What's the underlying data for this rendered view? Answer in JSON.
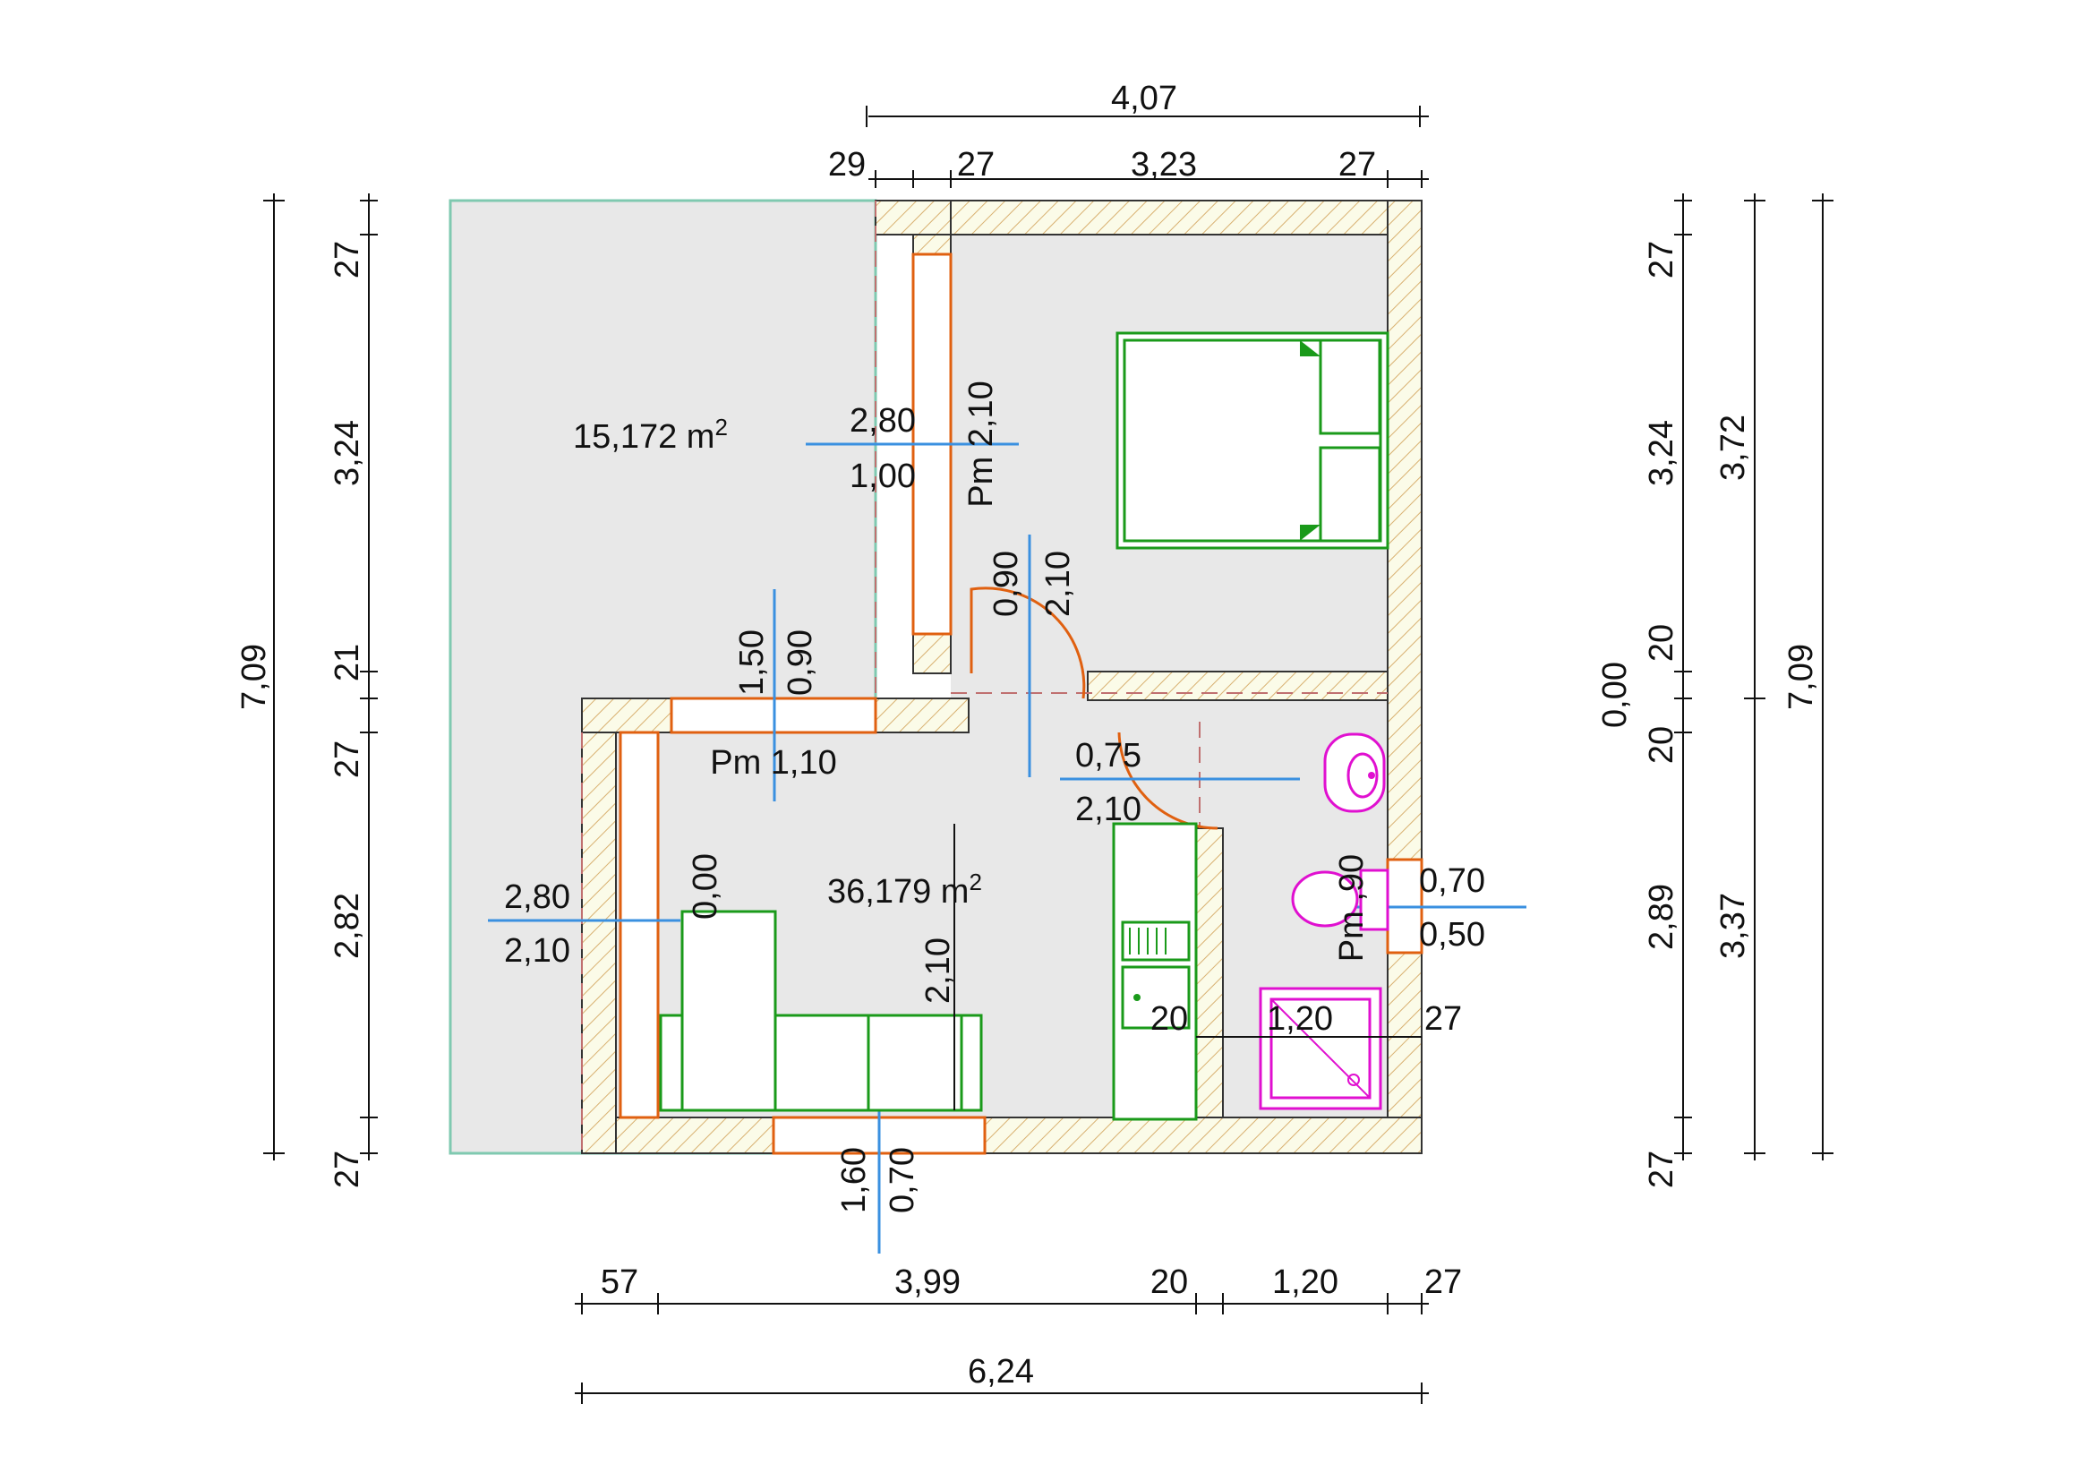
{
  "colors": {
    "furniture": "#1a9a1a",
    "sanitary": "#e010d0",
    "door_swing": "#e06010",
    "opening_marker": "#3a90e0",
    "terrace": "#7fc9b0",
    "floor": "#e8e8e8"
  },
  "areas": {
    "terrace": {
      "value": "15,172 m",
      "sup": "2"
    },
    "main": {
      "value": "36,179 m",
      "sup": "2"
    }
  },
  "dims": {
    "top_total": "4,07",
    "top_29": "29",
    "top_27a": "27",
    "top_323": "3,23",
    "top_27b": "27",
    "left_total": "7,09",
    "left_27a": "27",
    "left_324": "3,24",
    "left_21": "21",
    "left_27b": "27",
    "left_282": "2,82",
    "left_27c": "27",
    "right_27a": "27",
    "right_324": "3,24",
    "right_000": "0,00",
    "right_20a": "20",
    "right_20b": "20",
    "right_289": "2,89",
    "right_27b": "27",
    "right_372": "3,72",
    "right_337": "3,37",
    "right_total": "7,09",
    "bottom_57": "57",
    "bottom_399": "3,99",
    "bottom_20": "20",
    "bottom_120": "1,20",
    "bottom_27": "27",
    "bottom_total": "6,24",
    "int_20": "20",
    "int_120": "1,20",
    "int_27": "27",
    "int_210_vertical": "2,10"
  },
  "openings": {
    "bedroom_window": {
      "w": "2,80",
      "h": "1,00",
      "pm": "Pm 2,10"
    },
    "hall_window": {
      "w": "1,50",
      "h": "0,90",
      "pm": "Pm 1,10"
    },
    "bedroom_door": {
      "w": "0,90",
      "h": "2,10"
    },
    "bath_door": {
      "w": "0,75",
      "h": "2,10"
    },
    "living_door": {
      "w": "2,80",
      "h": "2,10",
      "pm": "0,00"
    },
    "bath_window": {
      "w": "0,70",
      "h": "0,50",
      "pm": "Pm ,90"
    },
    "entrance_door": {
      "w": "1,60",
      "h": "0,70"
    }
  }
}
